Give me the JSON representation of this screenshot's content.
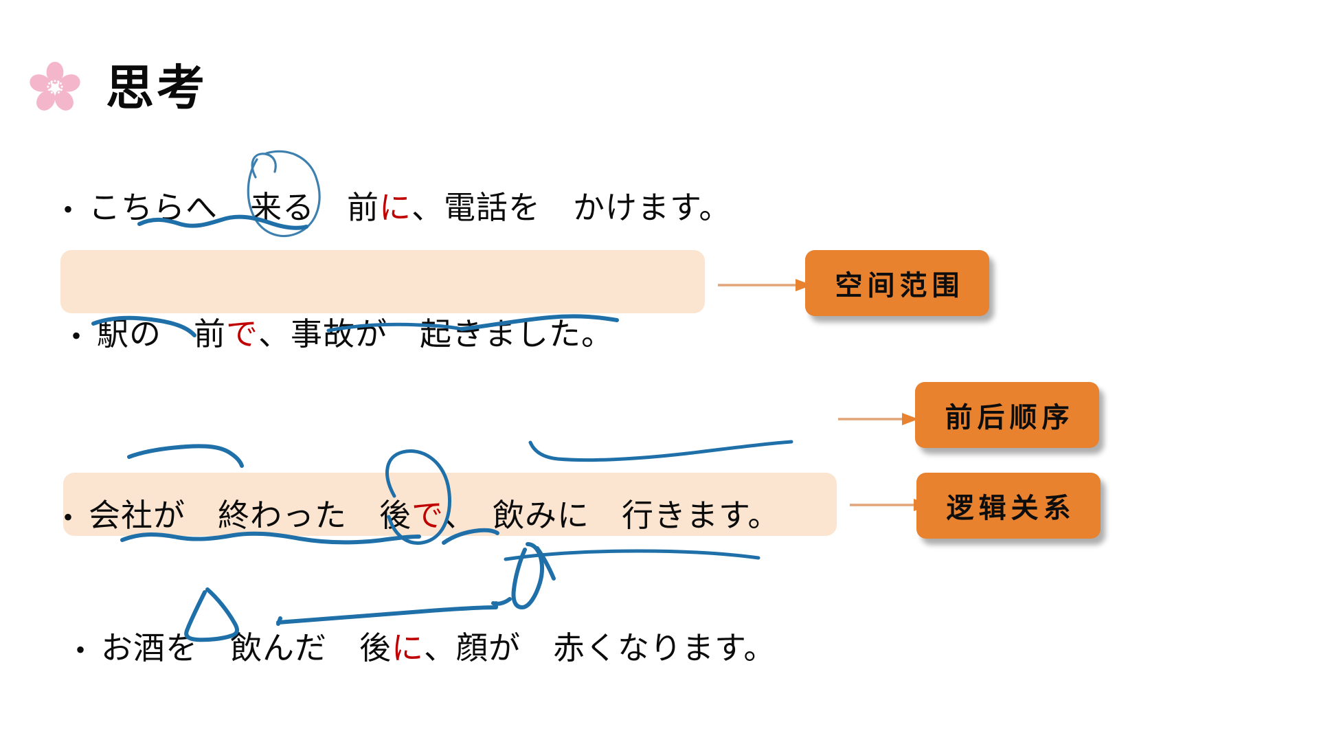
{
  "slide": {
    "title": "思考",
    "icon": "sakura-flower-icon",
    "background_color": "#FFFFFF"
  },
  "colors": {
    "accent_orange": "#E8822E",
    "highlight_peach": "#FBE4D0",
    "particle_red": "#C00000",
    "ink_blue": "#1F6FA8",
    "sakura_pink": "#F4B6CB",
    "arrow_tan": "#E0A476"
  },
  "lines": [
    {
      "id": "line-1",
      "bullet": "•",
      "highlighted": false,
      "segments": [
        {
          "text": "こちらへ　",
          "red": false
        },
        {
          "text": "来る",
          "red": false
        },
        {
          "text": "　前",
          "red": false
        },
        {
          "text": "に",
          "red": true
        },
        {
          "text": "、電話を　かけます。",
          "red": false
        }
      ],
      "plain_text": "こちらへ　来る　前に、電話を　かけます。",
      "annotations": [
        "circle-around-kuru",
        "wavy-underline-kochirae"
      ]
    },
    {
      "id": "line-2",
      "bullet": "•",
      "highlighted": true,
      "segments": [
        {
          "text": "駅の　前",
          "red": false
        },
        {
          "text": "で",
          "red": true
        },
        {
          "text": "、事故が　起きました。",
          "red": false
        }
      ],
      "plain_text": "駅の　前で、事故が　起きました。",
      "annotations": [
        "underline-ekino",
        "underline-jikoga-okimashita"
      ],
      "chip": "空间范围",
      "arrow": true
    },
    {
      "id": "line-3",
      "bullet": "•",
      "highlighted": false,
      "segments": [
        {
          "text": "会社が　終わった　後",
          "red": false
        },
        {
          "text": "で",
          "red": true
        },
        {
          "text": "、　飲みに　行きます。",
          "red": false
        }
      ],
      "plain_text": "会社が　終わった　後で、　飲みに　行きます。",
      "annotations": [
        "underline-kaishaga",
        "underline-nomini-ikimasu"
      ],
      "chip": "前后顺序",
      "arrow": true
    },
    {
      "id": "line-4",
      "bullet": "•",
      "highlighted": true,
      "segments": [
        {
          "text": "お酒を　飲んだ　",
          "red": false
        },
        {
          "text": "後",
          "red": false
        },
        {
          "text": "に",
          "red": true
        },
        {
          "text": "、顔が　赤くなります。",
          "red": false
        }
      ],
      "plain_text": "お酒を　飲んだ　後に、顔が　赤くなります。",
      "annotations": [
        "circle-around-atoni",
        "underline-osakeo",
        "underline-kaoga-akaku",
        "caret-mark"
      ],
      "chip": "逻辑关系",
      "arrow": true
    }
  ],
  "chips": [
    {
      "id": "chip-space",
      "label": "空间范围"
    },
    {
      "id": "chip-order",
      "label": "前后顺序"
    },
    {
      "id": "chip-logic",
      "label": "逻辑关系"
    }
  ],
  "ink_annotations": {
    "freehand_marks": [
      "blue-circle-kuru",
      "blue-wavy-underline-1",
      "blue-underline-2a",
      "blue-underline-2b",
      "blue-underline-3a",
      "blue-underline-3b",
      "blue-circle-atoni",
      "blue-underline-4a",
      "blue-underline-4b",
      "blue-triangle",
      "blue-straight-line",
      "blue-caret"
    ]
  }
}
